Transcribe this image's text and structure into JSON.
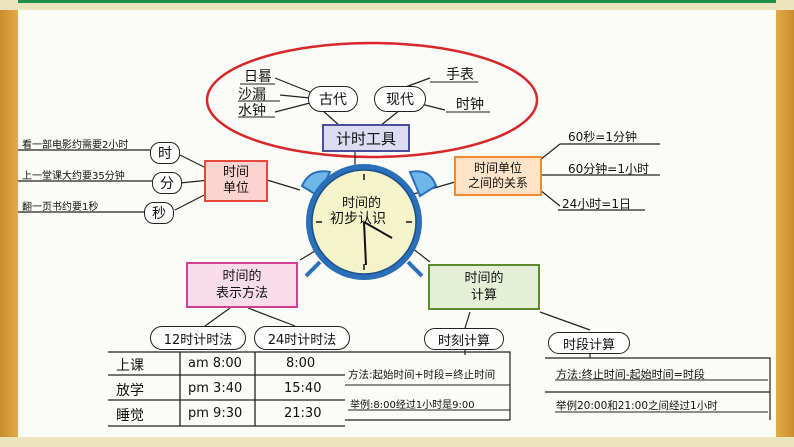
{
  "center": {
    "line1": "时间的",
    "line2": "初步认识"
  },
  "tools": {
    "title": "计时工具",
    "ancient": "古代",
    "modern": "现代",
    "ancient_items": [
      "日晷",
      "沙漏",
      "水钟"
    ],
    "modern_items": [
      "手表",
      "时钟"
    ]
  },
  "units": {
    "title_1": "时间",
    "title_2": "单位",
    "items": [
      {
        "unit": "时",
        "example": "看一部电影约需要2小时"
      },
      {
        "unit": "分",
        "example": "上一堂课大约要35分钟"
      },
      {
        "unit": "秒",
        "example": "翻一页书约要1秒"
      }
    ]
  },
  "relations": {
    "title_1": "时间单位",
    "title_2": "之间的关系",
    "items": [
      "60秒=1分钟",
      "60分钟=1小时",
      "24小时=1日"
    ]
  },
  "notation": {
    "title_1": "时间的",
    "title_2": "表示方法",
    "method_12": "12时计时法",
    "method_24": "24时计时法",
    "rows": [
      {
        "label": "上课",
        "t12": "am 8:00",
        "t24": "8:00"
      },
      {
        "label": "放学",
        "t12": "pm 3:40",
        "t24": "15:40"
      },
      {
        "label": "睡觉",
        "t12": "pm 9:30",
        "t24": "21:30"
      }
    ]
  },
  "calc": {
    "title_1": "时间的",
    "title_2": "计算",
    "moment": {
      "title": "时刻计算",
      "method": "方法:起始时间+时段=终止时间",
      "example": "举例:8:00经过1小时是9:00"
    },
    "duration": {
      "title": "时段计算",
      "method": "方法:终止时间-起始时间=时段",
      "example": "举例20:00和21:00之间经过1小时"
    }
  },
  "colors": {
    "oval": "#d8262a",
    "tools_box": "#4a4f9a",
    "units_box": "#e7463b",
    "units_fill": "#fbd3cf",
    "relations_box": "#f08a2a",
    "relations_fill": "#fde4c8",
    "notation_box": "#d33f93",
    "notation_fill": "#f9dcea",
    "calc_box": "#5c8a2f",
    "calc_fill": "#e5efd6",
    "clock_face": "#f4f3c9",
    "clock_ring": "#2a6fb8"
  }
}
